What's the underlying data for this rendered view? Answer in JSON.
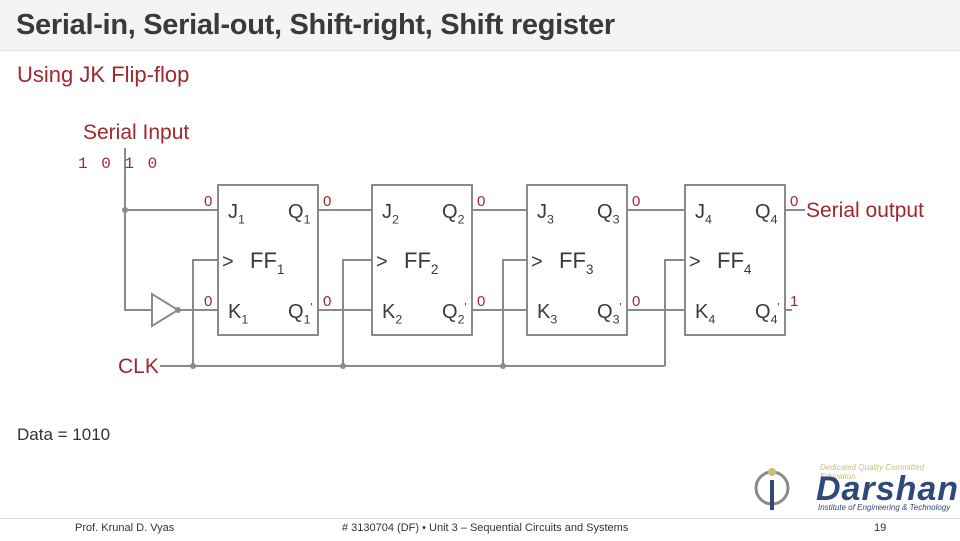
{
  "title": "Serial-in, Serial-out, Shift-right, Shift register",
  "subtitle": "Using JK Flip-flop",
  "serial_input_label": "Serial Input",
  "serial_input_bits": "1 0 1 0",
  "serial_output_label": "Serial output",
  "clk_label": "CLK",
  "data_label": "Data = 1010",
  "flipflops": [
    {
      "j_main": "J",
      "j_sub": "1",
      "k_main": "K",
      "k_sub": "1",
      "q_main": "Q",
      "q_sub": "1",
      "qb_main": "Q",
      "qb_sub": "1",
      "ff_main": "FF",
      "ff_sub": "1",
      "clk": ">",
      "j_in": "0",
      "k_in": "0",
      "q_out": "0",
      "qb_out": "0"
    },
    {
      "j_main": "J",
      "j_sub": "2",
      "k_main": "K",
      "k_sub": "2",
      "q_main": "Q",
      "q_sub": "2",
      "qb_main": "Q",
      "qb_sub": "2",
      "ff_main": "FF",
      "ff_sub": "2",
      "clk": ">",
      "q_out": "0",
      "qb_out": "0"
    },
    {
      "j_main": "J",
      "j_sub": "3",
      "k_main": "K",
      "k_sub": "3",
      "q_main": "Q",
      "q_sub": "3",
      "qb_main": "Q",
      "qb_sub": "3",
      "ff_main": "FF",
      "ff_sub": "3",
      "clk": ">",
      "q_out": "0",
      "qb_out": "0"
    },
    {
      "j_main": "J",
      "j_sub": "4",
      "k_main": "K",
      "k_sub": "4",
      "q_main": "Q",
      "q_sub": "4",
      "qb_main": "Q",
      "qb_sub": "4",
      "ff_main": "FF",
      "ff_sub": "4",
      "clk": ">",
      "q_out": "0",
      "qb_out": "1"
    }
  ],
  "prime": "'",
  "footer": {
    "author": "Prof. Krunal D. Vyas",
    "course": "# 3130704 (DF)  •  Unit 3 – Sequential Circuits and Systems",
    "page": "19"
  },
  "logo": {
    "name": "Darshan",
    "tagline": "Dedicated   Quality   Committed   Education",
    "sub": "Institute of Engineering & Technology"
  },
  "colors": {
    "red": "#a0282c",
    "wire": "#8a8a8a",
    "text": "#3a3a3a"
  }
}
